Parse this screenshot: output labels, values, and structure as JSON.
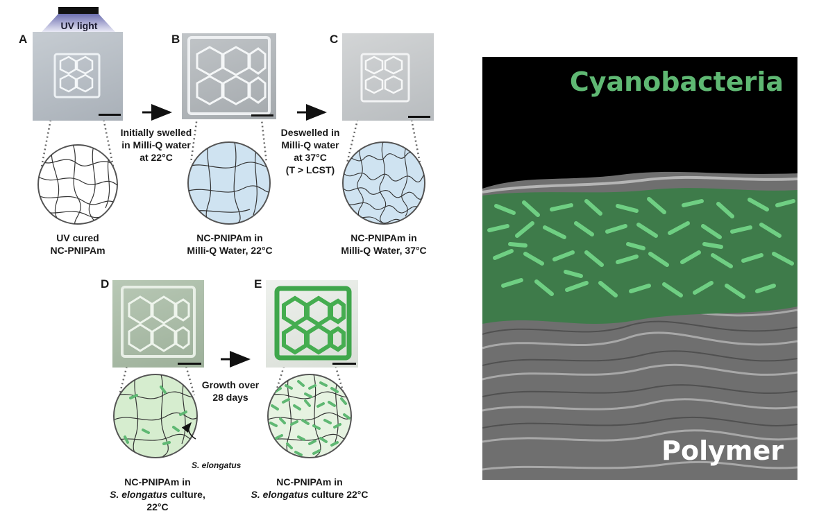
{
  "panels": {
    "A": {
      "letter": "A",
      "caption_line1": "UV cured",
      "caption_line2": "NC-PNIPAm"
    },
    "B": {
      "letter": "B",
      "caption_line1": "NC-PNIPAm in",
      "caption_line2": "Milli-Q Water, 22°C"
    },
    "C": {
      "letter": "C",
      "caption_line1": "NC-PNIPAm in",
      "caption_line2": "Milli-Q Water, 37°C"
    },
    "D": {
      "letter": "D",
      "caption_line1": "NC-PNIPAm in",
      "caption_species": "S. elongatus",
      "caption_rest": " culture, 22°C"
    },
    "E": {
      "letter": "E",
      "caption_line1": "NC-PNIPAm in",
      "caption_species": "S. elongatus",
      "caption_rest": " culture 22°C"
    }
  },
  "uv_label": "UV light",
  "steps": {
    "ab": [
      "Initially swelled",
      "in Milli-Q water",
      "at 22°C"
    ],
    "bc": [
      "Deswelled in",
      "Milli-Q water",
      "at 37°C",
      "(T > LCST)"
    ],
    "de": [
      "Growth over",
      "28 days"
    ]
  },
  "annotation_species": "S. elongatus",
  "sem": {
    "title": "Cyanobacteria",
    "bottom_label": "Polymer"
  },
  "colors": {
    "bacteria_green": "#5fb873",
    "swollen_blue": "#cfe3f1",
    "culture_green": "#d6edcf",
    "sem_black": "#000000"
  }
}
